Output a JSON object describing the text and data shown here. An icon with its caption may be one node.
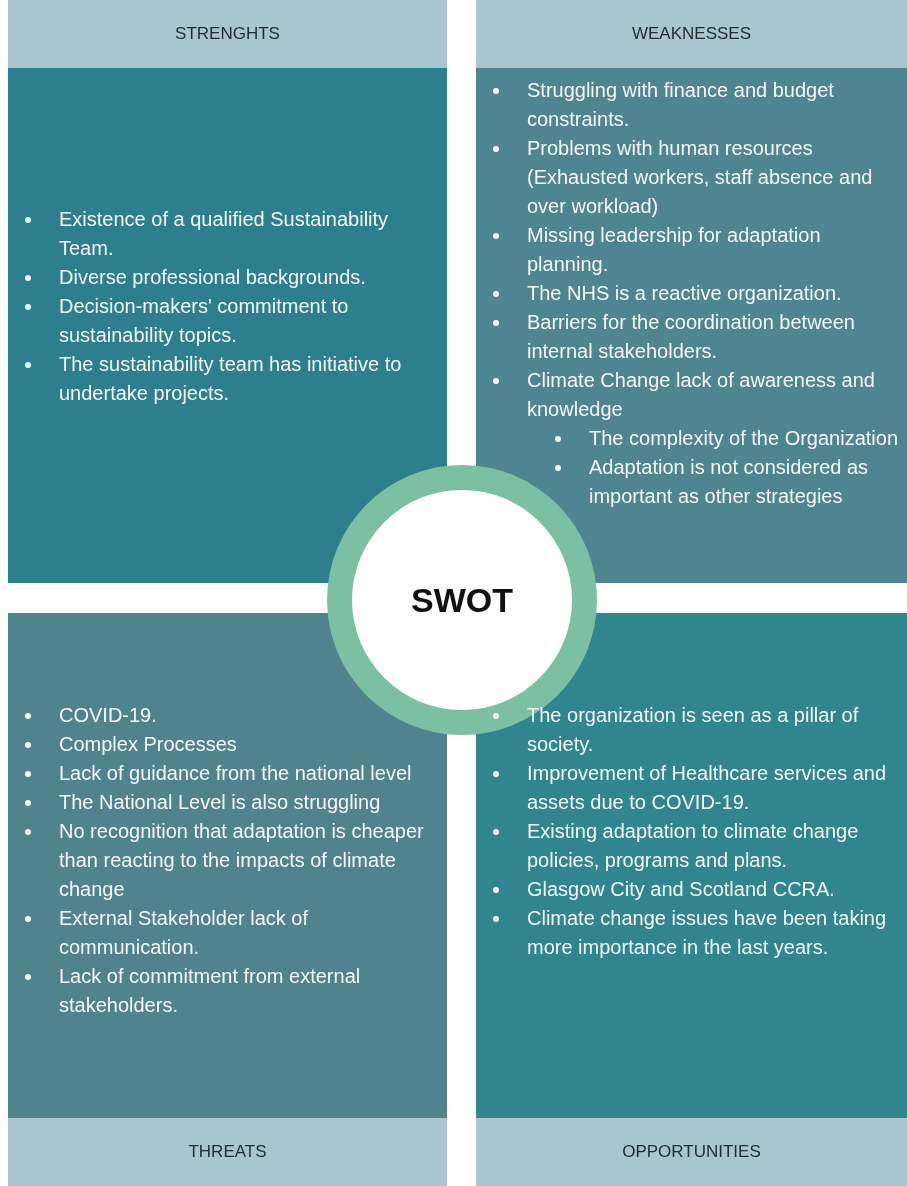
{
  "diagram": {
    "nodes": [
      {
        "text": [
          "STRENGHTS",
          "Existence of a qualified Sustainability Team.",
          "Diverse professional backgrounds.",
          "Decision-makers' commitment to sustainability topics.",
          "The sustainability team has initiative to undertake projects."
        ]
      },
      {
        "text": [
          "WEAKNESSES",
          "Struggling with finance and budget constraints.",
          "Problems with human resources (Exhausted workers, staff absence and over workload)",
          "Missing leadership for adaptation planning.",
          "The NHS is a reactive organization.",
          "Barriers for the coordination between internal stakeholders.",
          "Climate Change lack of awareness and knowledge",
          "The complexity of the Organization",
          "Adaptation is not considered as important as other strategies"
        ]
      },
      {
        "text": [
          "SWOT"
        ]
      },
      {
        "text": [
          "COVID-19.",
          "Complex Processes",
          "Lack of guidance from the national level",
          "The National Level is also struggling",
          "No recognition that adaptation is cheaper than reacting to the impacts of climate change",
          "External Stakeholder lack of communication.",
          "Lack of commitment from external stakeholders.",
          "THREATS"
        ]
      },
      {
        "text": [
          "The organization is seen as a pillar of society.",
          "Improvement of Healthcare services and assets due to COVID-19.",
          "Existing adaptation to climate change policies, programs and plans.",
          "Glasgow City and Scotland CCRA.",
          "Climate change issues have been taking more importance in the last years.",
          "OPPORTUNITIES"
        ]
      }
    ]
  }
}
